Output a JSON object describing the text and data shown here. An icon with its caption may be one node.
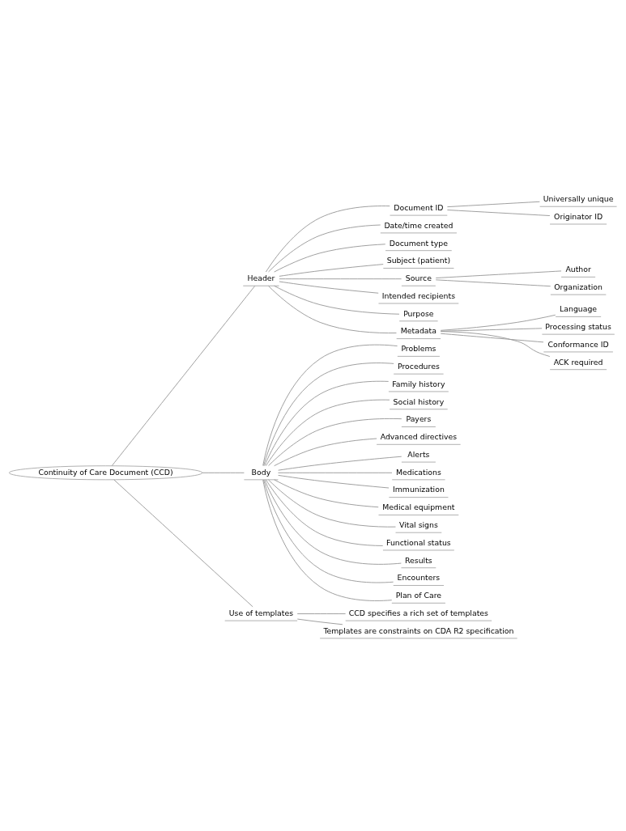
{
  "diagram": {
    "nodes": [
      {
        "text": [
          "Continuity of Care Document (CCD)"
        ]
      },
      {
        "text": [
          "Header"
        ]
      },
      {
        "text": [
          "Document ID"
        ]
      },
      {
        "text": [
          "Universally unique"
        ]
      },
      {
        "text": [
          "Originator ID"
        ]
      },
      {
        "text": [
          "Date/time created"
        ]
      },
      {
        "text": [
          "Document type"
        ]
      },
      {
        "text": [
          "Subject (patient)"
        ]
      },
      {
        "text": [
          "Source"
        ]
      },
      {
        "text": [
          "Author"
        ]
      },
      {
        "text": [
          "Organization"
        ]
      },
      {
        "text": [
          "Intended recipients"
        ]
      },
      {
        "text": [
          "Purpose"
        ]
      },
      {
        "text": [
          "Metadata"
        ]
      },
      {
        "text": [
          "Language"
        ]
      },
      {
        "text": [
          "Processing status"
        ]
      },
      {
        "text": [
          "Conformance ID"
        ]
      },
      {
        "text": [
          "ACK required"
        ]
      },
      {
        "text": [
          "Body"
        ]
      },
      {
        "text": [
          "Problems"
        ]
      },
      {
        "text": [
          "Procedures"
        ]
      },
      {
        "text": [
          "Family history"
        ]
      },
      {
        "text": [
          "Social history"
        ]
      },
      {
        "text": [
          "Payers"
        ]
      },
      {
        "text": [
          "Advanced directives"
        ]
      },
      {
        "text": [
          "Alerts"
        ]
      },
      {
        "text": [
          "Medications"
        ]
      },
      {
        "text": [
          "Immunization"
        ]
      },
      {
        "text": [
          "Medical equipment"
        ]
      },
      {
        "text": [
          "Vital signs"
        ]
      },
      {
        "text": [
          "Functional status"
        ]
      },
      {
        "text": [
          "Results"
        ]
      },
      {
        "text": [
          "Encounters"
        ]
      },
      {
        "text": [
          "Plan of Care"
        ]
      },
      {
        "text": [
          "Use of templates"
        ]
      },
      {
        "text": [
          "CCD specifies a rich set of templates"
        ]
      },
      {
        "text": [
          "Templates are constraints on CDA R2 specification"
        ]
      }
    ],
    "edges": [
      {
        "from": 0,
        "to": 1,
        "arrow": "none"
      },
      {
        "from": 1,
        "to": 2,
        "arrow": "none"
      },
      {
        "from": 2,
        "to": 3,
        "arrow": "none"
      },
      {
        "from": 2,
        "to": 4,
        "arrow": "none"
      },
      {
        "from": 1,
        "to": 5,
        "arrow": "none"
      },
      {
        "from": 1,
        "to": 6,
        "arrow": "none"
      },
      {
        "from": 1,
        "to": 7,
        "arrow": "none"
      },
      {
        "from": 1,
        "to": 8,
        "arrow": "none"
      },
      {
        "from": 8,
        "to": 9,
        "arrow": "none"
      },
      {
        "from": 8,
        "to": 10,
        "arrow": "none"
      },
      {
        "from": 1,
        "to": 11,
        "arrow": "none"
      },
      {
        "from": 1,
        "to": 12,
        "arrow": "none"
      },
      {
        "from": 1,
        "to": 13,
        "arrow": "none"
      },
      {
        "from": 13,
        "to": 14,
        "arrow": "none"
      },
      {
        "from": 13,
        "to": 15,
        "arrow": "none"
      },
      {
        "from": 13,
        "to": 16,
        "arrow": "none"
      },
      {
        "from": 13,
        "to": 17,
        "arrow": "none"
      },
      {
        "from": 0,
        "to": 18,
        "arrow": "none"
      },
      {
        "from": 18,
        "to": 19,
        "arrow": "none"
      },
      {
        "from": 18,
        "to": 20,
        "arrow": "none"
      },
      {
        "from": 18,
        "to": 21,
        "arrow": "none"
      },
      {
        "from": 18,
        "to": 22,
        "arrow": "none"
      },
      {
        "from": 18,
        "to": 23,
        "arrow": "none"
      },
      {
        "from": 18,
        "to": 24,
        "arrow": "none"
      },
      {
        "from": 18,
        "to": 25,
        "arrow": "none"
      },
      {
        "from": 18,
        "to": 26,
        "arrow": "none"
      },
      {
        "from": 18,
        "to": 27,
        "arrow": "none"
      },
      {
        "from": 18,
        "to": 28,
        "arrow": "none"
      },
      {
        "from": 18,
        "to": 29,
        "arrow": "none"
      },
      {
        "from": 18,
        "to": 30,
        "arrow": "none"
      },
      {
        "from": 18,
        "to": 31,
        "arrow": "none"
      },
      {
        "from": 18,
        "to": 32,
        "arrow": "none"
      },
      {
        "from": 18,
        "to": 33,
        "arrow": "none"
      },
      {
        "from": 0,
        "to": 34,
        "arrow": "none"
      },
      {
        "from": 34,
        "to": 35,
        "arrow": "none"
      },
      {
        "from": 34,
        "to": 36,
        "arrow": "none"
      }
    ]
  }
}
